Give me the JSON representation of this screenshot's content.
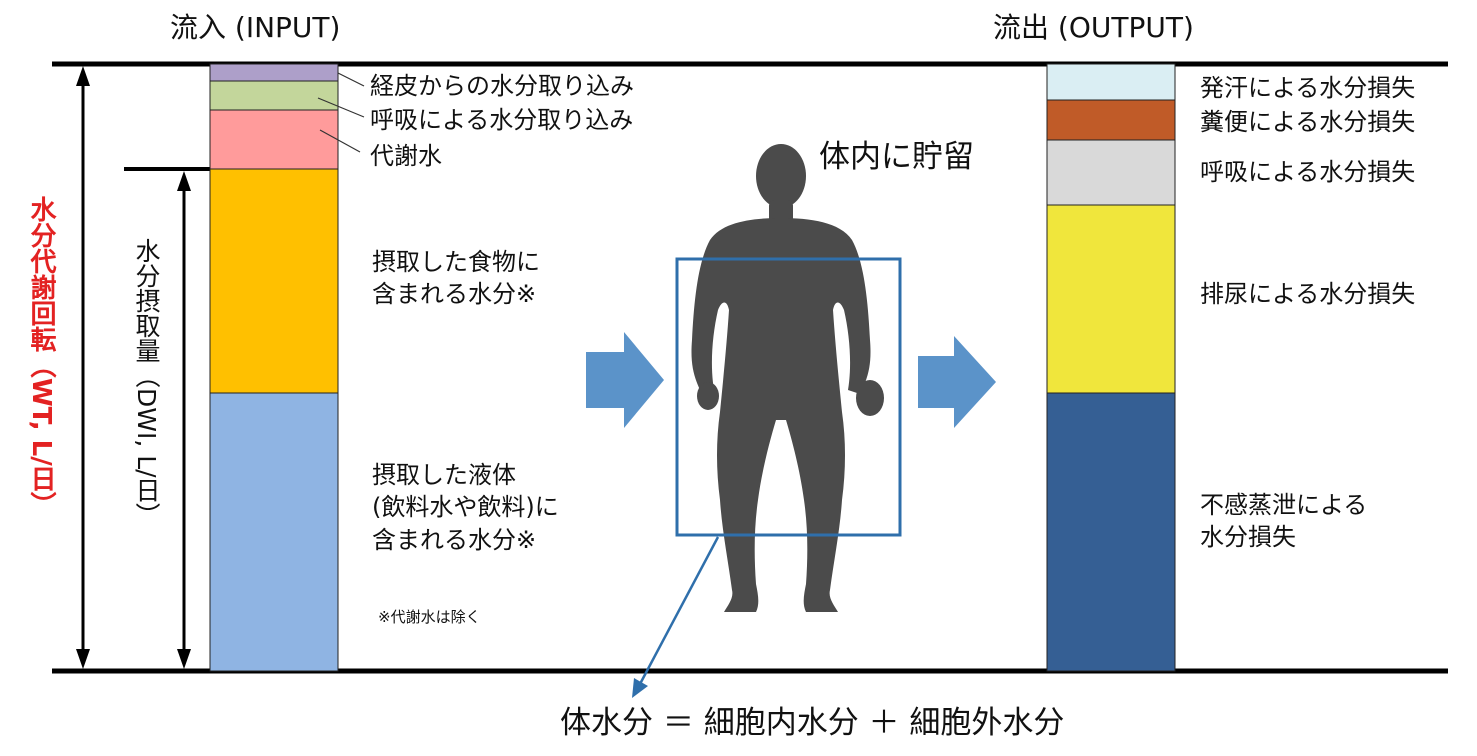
{
  "headings": {
    "input": "流入 (INPUT)",
    "output": "流出 (OUTPUT)"
  },
  "axes": {
    "total_turnover": "水分代謝回転（WT, L/日）",
    "drink_intake": "水分摂取量（DWI, L/日）"
  },
  "input_labels": {
    "skin_intake": "経皮からの水分取り込み",
    "respiration_intake": "呼吸による水分取り込み",
    "metabolic_water": "代謝水",
    "food_water": "摂取した食物に\n含まれる水分※",
    "liquid_water": "摂取した液体\n(飲料水や飲料)に\n含まれる水分※",
    "footnote": "※代謝水は除く"
  },
  "output_labels": {
    "sweat_loss": "発汗による水分損失",
    "feces_loss": "糞便による水分損失",
    "respiration_loss": "呼吸による水分損失",
    "urine_loss": "排尿による水分損失",
    "insensible_loss": "不感蒸泄による\n水分損失"
  },
  "body": {
    "storage_label": "体内に貯留",
    "equation": "体水分 ＝ 細胞内水分 ＋ 細胞外水分"
  },
  "colors": {
    "input_skin": "#ad9fc9",
    "input_respiration": "#c3d69b",
    "input_metabolic": "#ff9b9b",
    "input_food": "#ffc000",
    "input_liquid": "#8fb4e3",
    "output_sweat": "#daeef3",
    "output_feces": "#c05b28",
    "output_respiration": "#d9d9d9",
    "output_urine": "#f0e63c",
    "output_insensible": "#355f94",
    "arrow_fill": "#5b93c9",
    "body_frame": "#2f6fab",
    "silhouette": "#4b4b4b",
    "total_axis_text": "#e32222"
  }
}
